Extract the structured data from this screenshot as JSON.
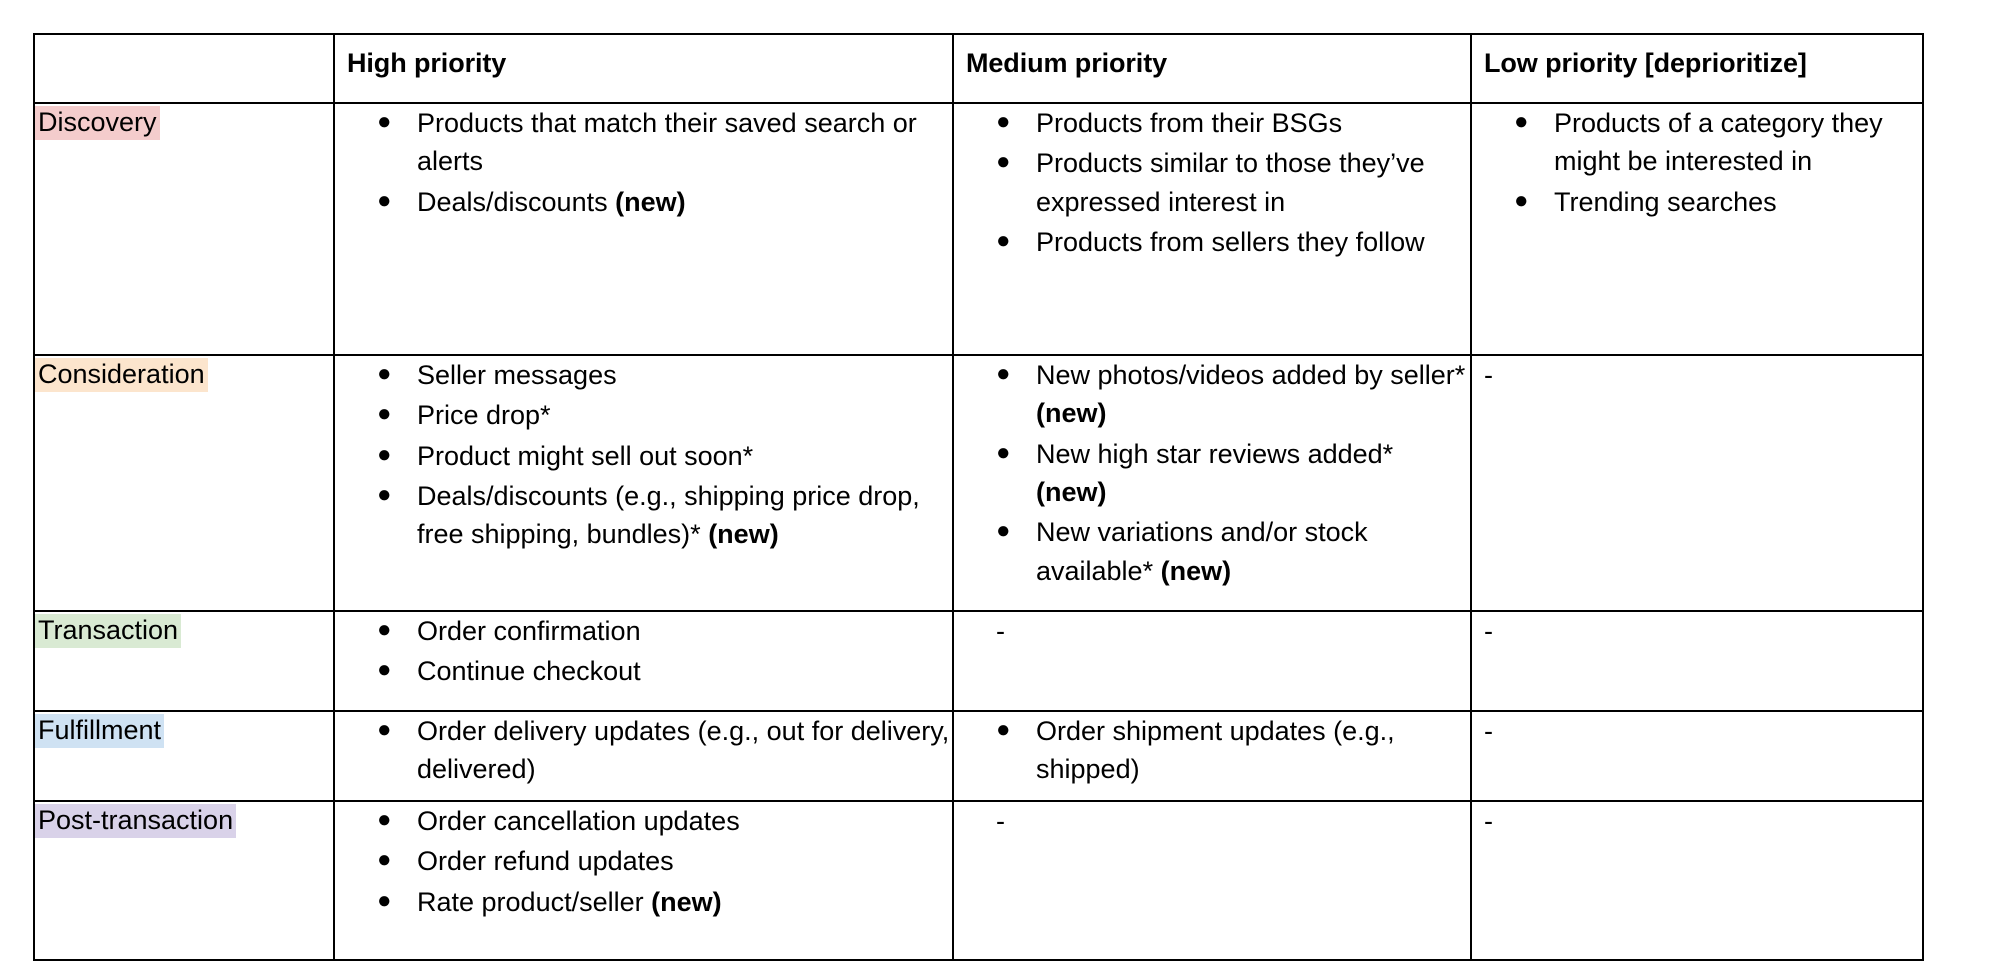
{
  "table": {
    "columns": [
      {
        "key": "stage",
        "label": ""
      },
      {
        "key": "high",
        "label": "High priority"
      },
      {
        "key": "medium",
        "label": "Medium priority"
      },
      {
        "key": "low",
        "label": "Low priority [deprioritize]"
      }
    ],
    "bullet_glyph": "●",
    "highlight_colors": {
      "discovery": "#f4cccc",
      "consideration": "#fce5cd",
      "transaction": "#d9ead3",
      "fulfillment": "#cfe2f3",
      "post_transaction": "#d9d2e9"
    },
    "rows": [
      {
        "stage": "Discovery",
        "high": [
          {
            "text": "Products that match their saved search or alerts"
          },
          {
            "text": "Deals/discounts ",
            "bold": "(new)"
          }
        ],
        "medium": [
          {
            "text": "Products from their BSGs"
          },
          {
            "text": "Products similar to those they’ve expressed interest in"
          },
          {
            "text": "Products from sellers they follow"
          }
        ],
        "low": [
          {
            "text": "Products of a category they might be interested in"
          },
          {
            "text": "Trending searches"
          }
        ],
        "medium_dash": "",
        "low_dash": ""
      },
      {
        "stage": "Consideration",
        "high": [
          {
            "text": "Seller messages"
          },
          {
            "text": "Price drop*"
          },
          {
            "text": "Product might sell out soon*"
          },
          {
            "text": "Deals/discounts (e.g., shipping price drop, free shipping, bundles)* ",
            "bold": "(new)"
          }
        ],
        "medium": [
          {
            "text": "New photos/videos added by seller* ",
            "bold": "(new)"
          },
          {
            "text": "New high star reviews added* ",
            "bold": "(new)"
          },
          {
            "text": "New variations and/or stock available* ",
            "bold": "(new)"
          }
        ],
        "low": [],
        "medium_dash": "",
        "low_dash": "-"
      },
      {
        "stage": "Transaction",
        "high": [
          {
            "text": "Order confirmation"
          },
          {
            "text": "Continue checkout"
          }
        ],
        "medium": [],
        "low": [],
        "medium_dash": "-",
        "low_dash": "-"
      },
      {
        "stage": "Fulfillment",
        "high": [
          {
            "text": "Order delivery updates (e.g., out for delivery, delivered)"
          }
        ],
        "medium": [
          {
            "text": "Order shipment updates (e.g., shipped)"
          }
        ],
        "low": [],
        "medium_dash": "",
        "low_dash": "-"
      },
      {
        "stage": "Post-transaction",
        "high": [
          {
            "text": "Order cancellation updates"
          },
          {
            "text": "Order refund updates"
          },
          {
            "text": "Rate product/seller ",
            "bold": "(new)"
          }
        ],
        "medium": [],
        "low": [],
        "medium_dash": "-",
        "low_dash": "-"
      }
    ]
  }
}
